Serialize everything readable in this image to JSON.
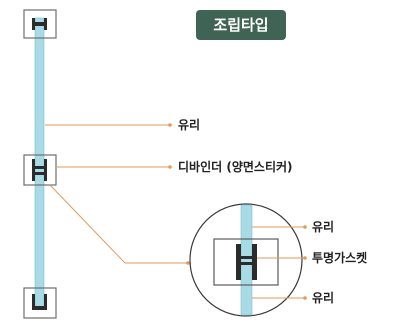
{
  "badge": {
    "text": "조립타입",
    "color": "#3f6355"
  },
  "labels": {
    "glass_top": "유리",
    "divider": "디바인더 (양면스티커)",
    "zoom_glass_top": "유리",
    "zoom_gasket": "투명가스켓",
    "zoom_glass_bottom": "유리"
  },
  "colors": {
    "glass": "#a9dbe6",
    "frame": "#6d6d6d",
    "leader": "#e39a58",
    "dark": "#2b2b2b"
  }
}
